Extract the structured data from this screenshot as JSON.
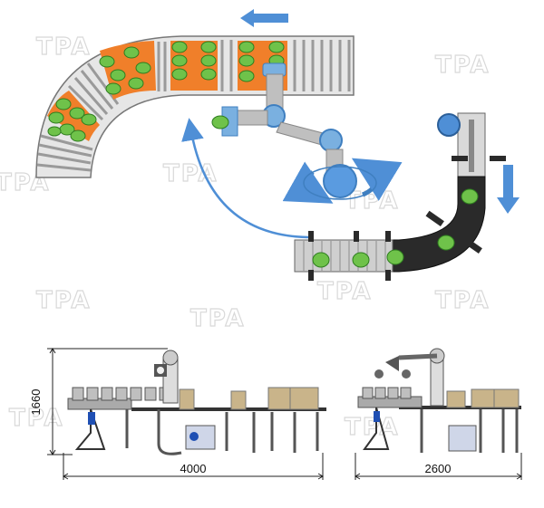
{
  "watermark": "TPA",
  "dimensions": {
    "height_label": "1660",
    "length_label_left": "4000",
    "length_label_right": "2600"
  },
  "colors": {
    "roller": "#c9c9c9",
    "roller_dark": "#8d8d8d",
    "tray": "#f07f2a",
    "can": "#6fc24a",
    "can_edge": "#2e7d1f",
    "robot": "#7ab0e0",
    "robot_dark": "#3f7fc0",
    "arrow": "#4f8fd6",
    "belt": "#2a2a2a",
    "box": "#c9b48a",
    "line": "#333333"
  },
  "icons": [
    "direction-arrow-left",
    "direction-arrow-down",
    "rotation-arrow"
  ]
}
